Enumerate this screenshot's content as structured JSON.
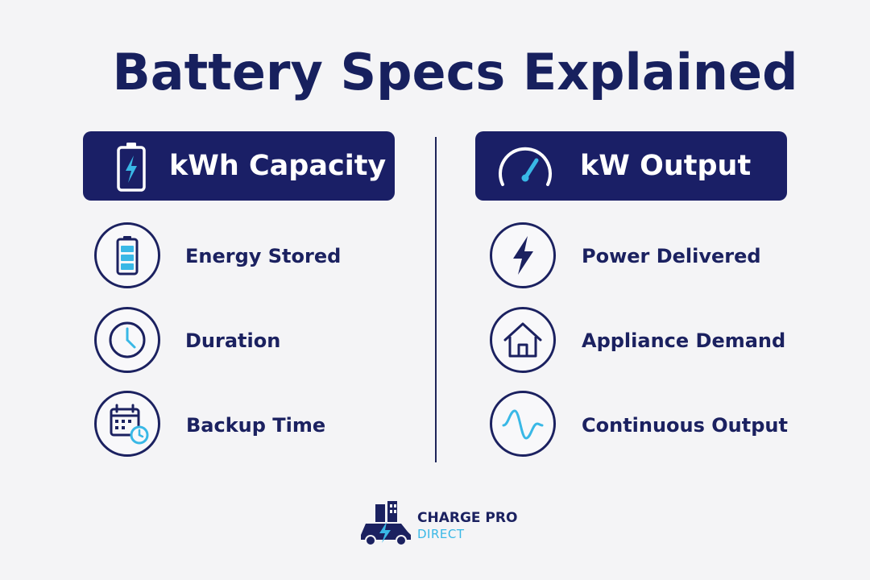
{
  "title": "Battery Specs Explained",
  "left_column": {
    "header": "kWh Capacity",
    "header_icon": "battery-charging-icon",
    "items": [
      {
        "label": "Energy Stored",
        "icon": "battery-level-icon"
      },
      {
        "label": "Duration",
        "icon": "clock-icon"
      },
      {
        "label": "Backup Time",
        "icon": "calendar-clock-icon"
      }
    ]
  },
  "right_column": {
    "header": "kW Output",
    "header_icon": "gauge-icon",
    "items": [
      {
        "label": "Power Delivered",
        "icon": "lightning-bolt-icon"
      },
      {
        "label": "Appliance Demand",
        "icon": "house-icon"
      },
      {
        "label": "Continuous Output",
        "icon": "sine-wave-icon"
      }
    ]
  },
  "brand": {
    "line1": "CHARGE PRO",
    "line2": "DIRECT",
    "logo_icon": "ev-car-building-icon"
  },
  "colors": {
    "navy": "#1a1f66",
    "accent": "#39b8e6",
    "background": "#f4f4f6"
  }
}
